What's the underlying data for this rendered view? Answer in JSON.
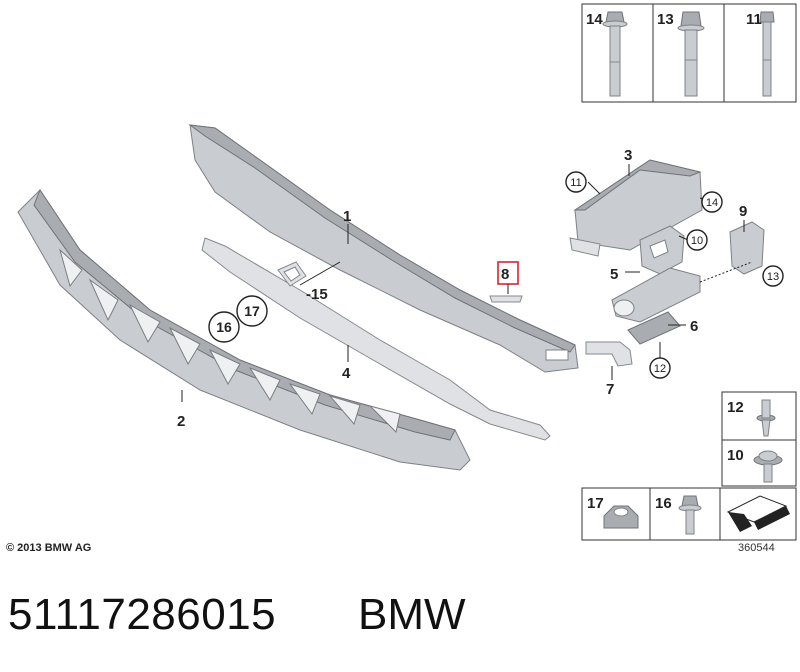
{
  "callouts": {
    "c1": "1",
    "c2": "2",
    "c3": "3",
    "c4": "4",
    "c5": "5",
    "c6": "6",
    "c7": "7",
    "c8": "8",
    "c9": "9",
    "c10": "10",
    "c11": "11",
    "c12": "12",
    "c13": "13",
    "c14": "14",
    "c15": "-15",
    "c16": "16",
    "c17": "17"
  },
  "hardware_top": {
    "b14": "14",
    "b13": "13",
    "b11": "11"
  },
  "hardware_right": {
    "b12": "12",
    "b10": "10"
  },
  "hardware_bottom": {
    "b17": "17",
    "b16": "16"
  },
  "copyright": "© 2013 BMW AG",
  "drawing_number": "360544",
  "part_number": "51117286015",
  "brand": "BMW",
  "colors": {
    "part_fill": "#c9ccd0",
    "highlight": "#d9252a",
    "line": "#222222"
  }
}
